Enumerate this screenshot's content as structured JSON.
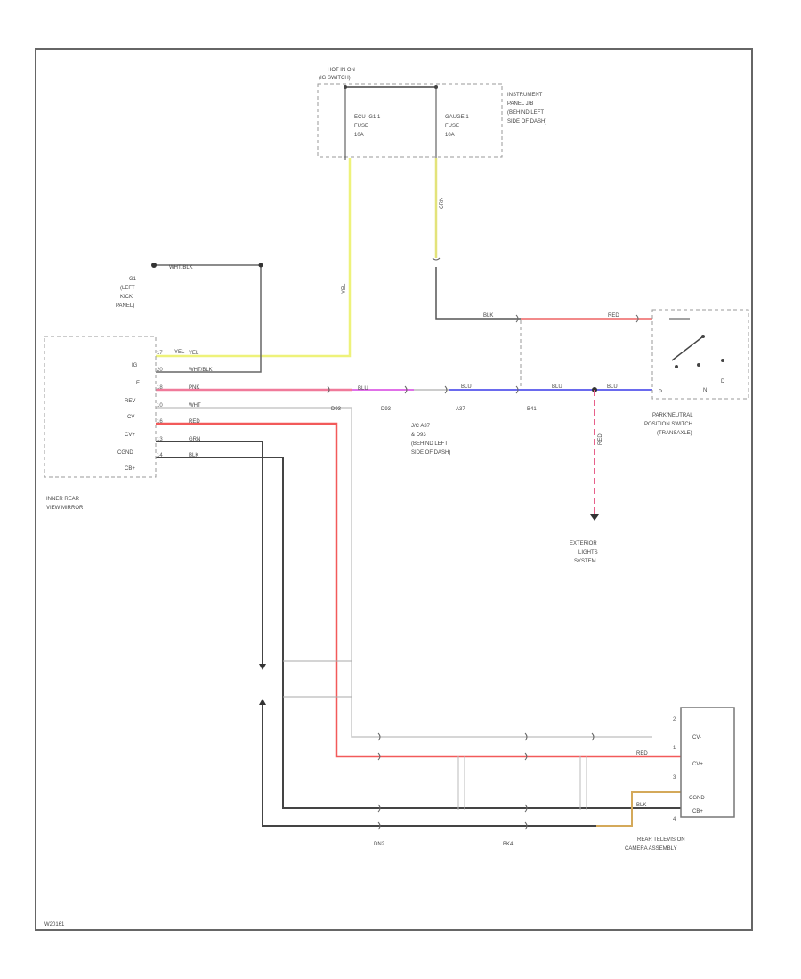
{
  "corner_code": "W20161",
  "fuse_box": {
    "hot_label": "HOT IN ON",
    "hot_sub": "(IG SWITCH)",
    "location": [
      "INSTRUMENT",
      "PANEL J/B",
      "(BEHIND LEFT",
      "SIDE OF DASH)"
    ],
    "fuse1": [
      "ECU-IG1 1",
      "FUSE",
      "10A"
    ],
    "fuse2": [
      "GAUGE 1",
      "FUSE",
      "10A"
    ]
  },
  "ground": {
    "name": [
      "G1",
      "(LEFT",
      "KICK",
      "PANEL)"
    ],
    "wire": "WHT/BLK"
  },
  "mirror": {
    "name": [
      "INNER REAR",
      "VIEW MIRROR"
    ],
    "pins": [
      "IG",
      "E",
      "REV",
      "CV-",
      "CV+",
      "CGND",
      "CB+"
    ],
    "pin_nums": [
      "17",
      "20",
      "18",
      "10",
      "16",
      "13",
      "14"
    ],
    "wire_labels": [
      "YEL",
      "WHT/BLK",
      "PNK",
      "WHT",
      "RED",
      "GRN",
      "BLK"
    ]
  },
  "pnp": {
    "name": [
      "PARK/NEUTRAL",
      "POSITION SWITCH",
      "(TRANSAXLE)"
    ],
    "pins": [
      "P",
      "N",
      "D"
    ]
  },
  "junction": {
    "name": [
      "J/C A37",
      "& D93",
      "(BEHIND LEFT",
      "SIDE OF DASH)"
    ]
  },
  "exterior": [
    "EXTERIOR",
    "LIGHTS",
    "SYSTEM"
  ],
  "camera": {
    "name": [
      "REAR TELEVISION",
      "CAMERA ASSEMBLY"
    ],
    "pins": [
      "CV-",
      "CV+",
      "CGND",
      "CB+"
    ],
    "pin_nums": [
      "2",
      "1",
      "3",
      "4"
    ]
  },
  "connectors": [
    "D93",
    "D93",
    "A37",
    "B41",
    "DN2",
    "BK4"
  ],
  "wire_tags": [
    "YEL",
    "BLU",
    "GRN",
    "BLU",
    "RED",
    "BLU",
    "BLU",
    "BLK",
    "RED",
    "RED",
    "YEL",
    "BLK"
  ]
}
